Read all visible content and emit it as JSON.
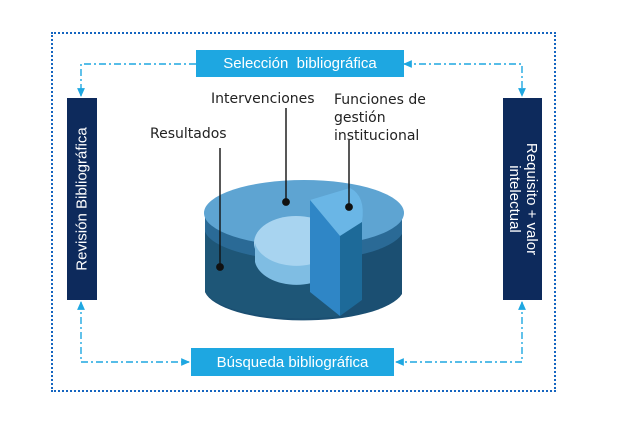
{
  "boxes": {
    "top": "Selección  bibliográfica",
    "bottom": "Búsqueda bibliográfica",
    "left": "Revisión Bibliográfica",
    "right_line1": "Requisito + valor",
    "right_line2": "intelectual"
  },
  "labels": {
    "intervenciones": "Intervenciones",
    "funciones_line1": "Funciones de",
    "funciones_line2": "gestión",
    "funciones_line3": "institucional",
    "resultados": "Resultados"
  },
  "colors": {
    "frame": "#1565c0",
    "cyan": "#1ea7e1",
    "navy": "#0d2a5c",
    "arrow": "#1ea7e1"
  }
}
